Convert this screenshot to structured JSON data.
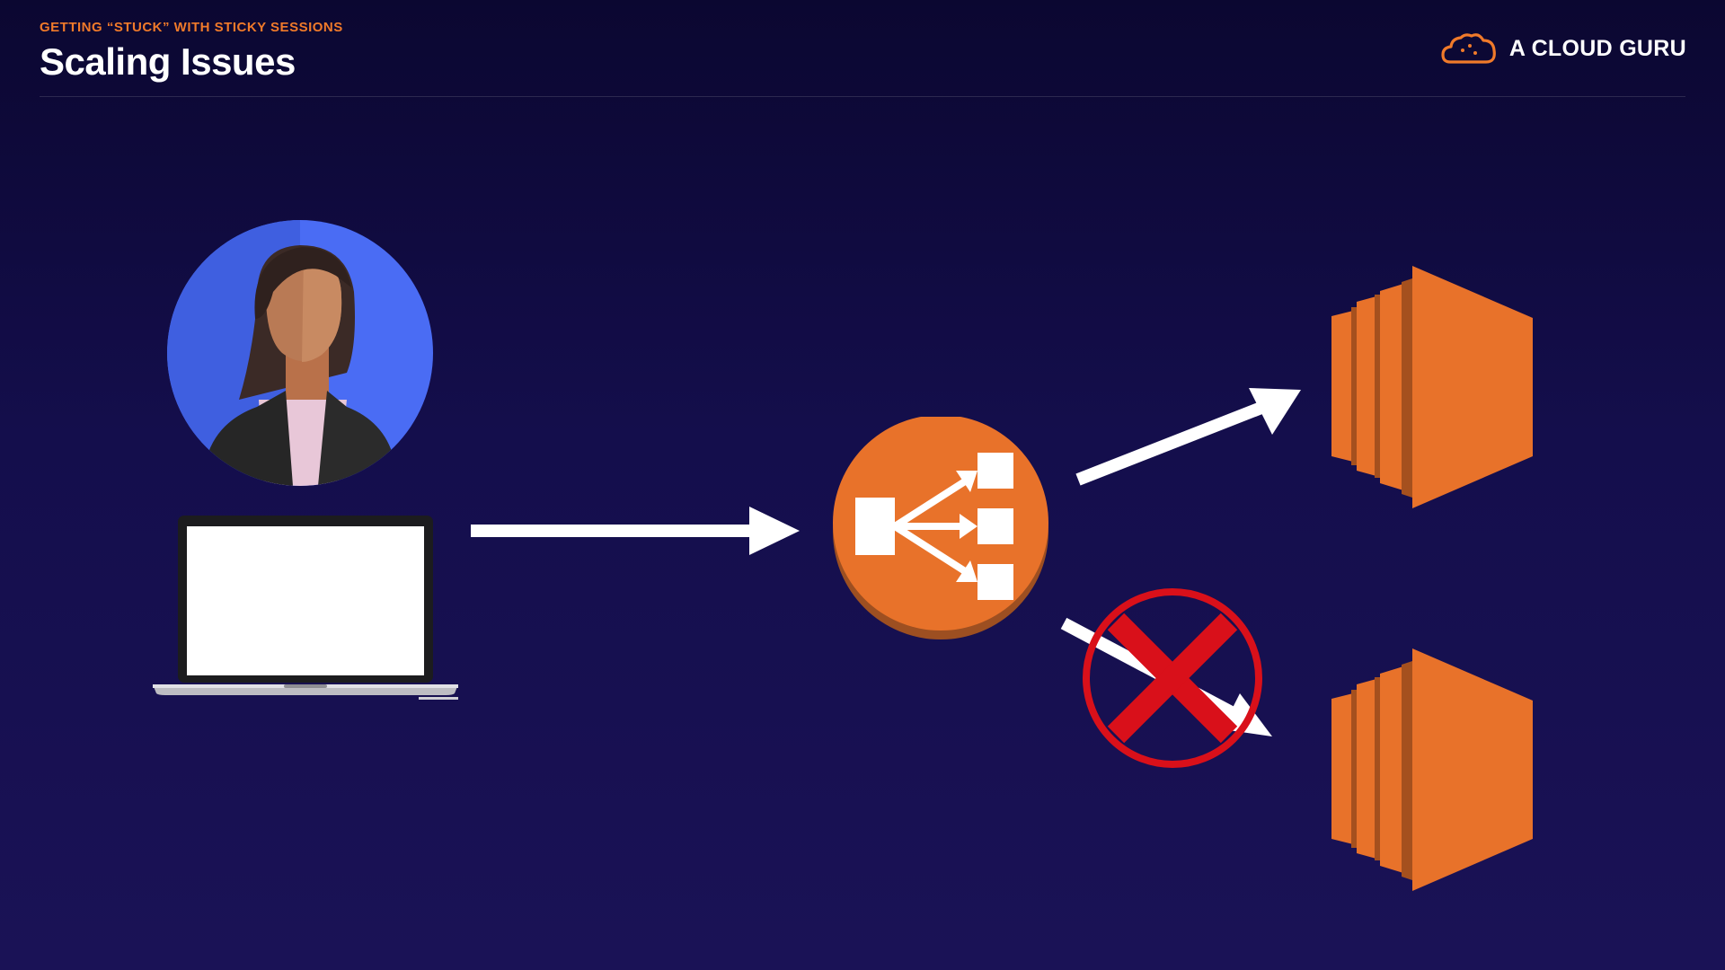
{
  "header": {
    "subtitle": "GETTING “STUCK” WITH STICKY SESSIONS",
    "title": "Scaling Issues"
  },
  "brand": {
    "name": "A CLOUD GURU",
    "logo_icon": "cloud-icon"
  },
  "diagram": {
    "nodes": [
      {
        "id": "user",
        "icon": "user-avatar-icon"
      },
      {
        "id": "laptop",
        "icon": "laptop-icon"
      },
      {
        "id": "load-balancer",
        "icon": "load-balancer-icon"
      },
      {
        "id": "instance-1",
        "icon": "ec2-instance-icon"
      },
      {
        "id": "instance-2",
        "icon": "ec2-instance-icon"
      }
    ],
    "edges": [
      {
        "from": "laptop",
        "to": "load-balancer",
        "status": "active"
      },
      {
        "from": "load-balancer",
        "to": "instance-1",
        "status": "active"
      },
      {
        "from": "load-balancer",
        "to": "instance-2",
        "status": "blocked"
      }
    ],
    "blocked_icon": "red-x-icon"
  },
  "colors": {
    "background_top": "#0b0731",
    "background_bottom": "#1a1256",
    "accent_orange": "#f07a2a",
    "aws_orange": "#e8722a",
    "blocked_red": "#d9101a",
    "avatar_blue": "#4a6cf4"
  }
}
